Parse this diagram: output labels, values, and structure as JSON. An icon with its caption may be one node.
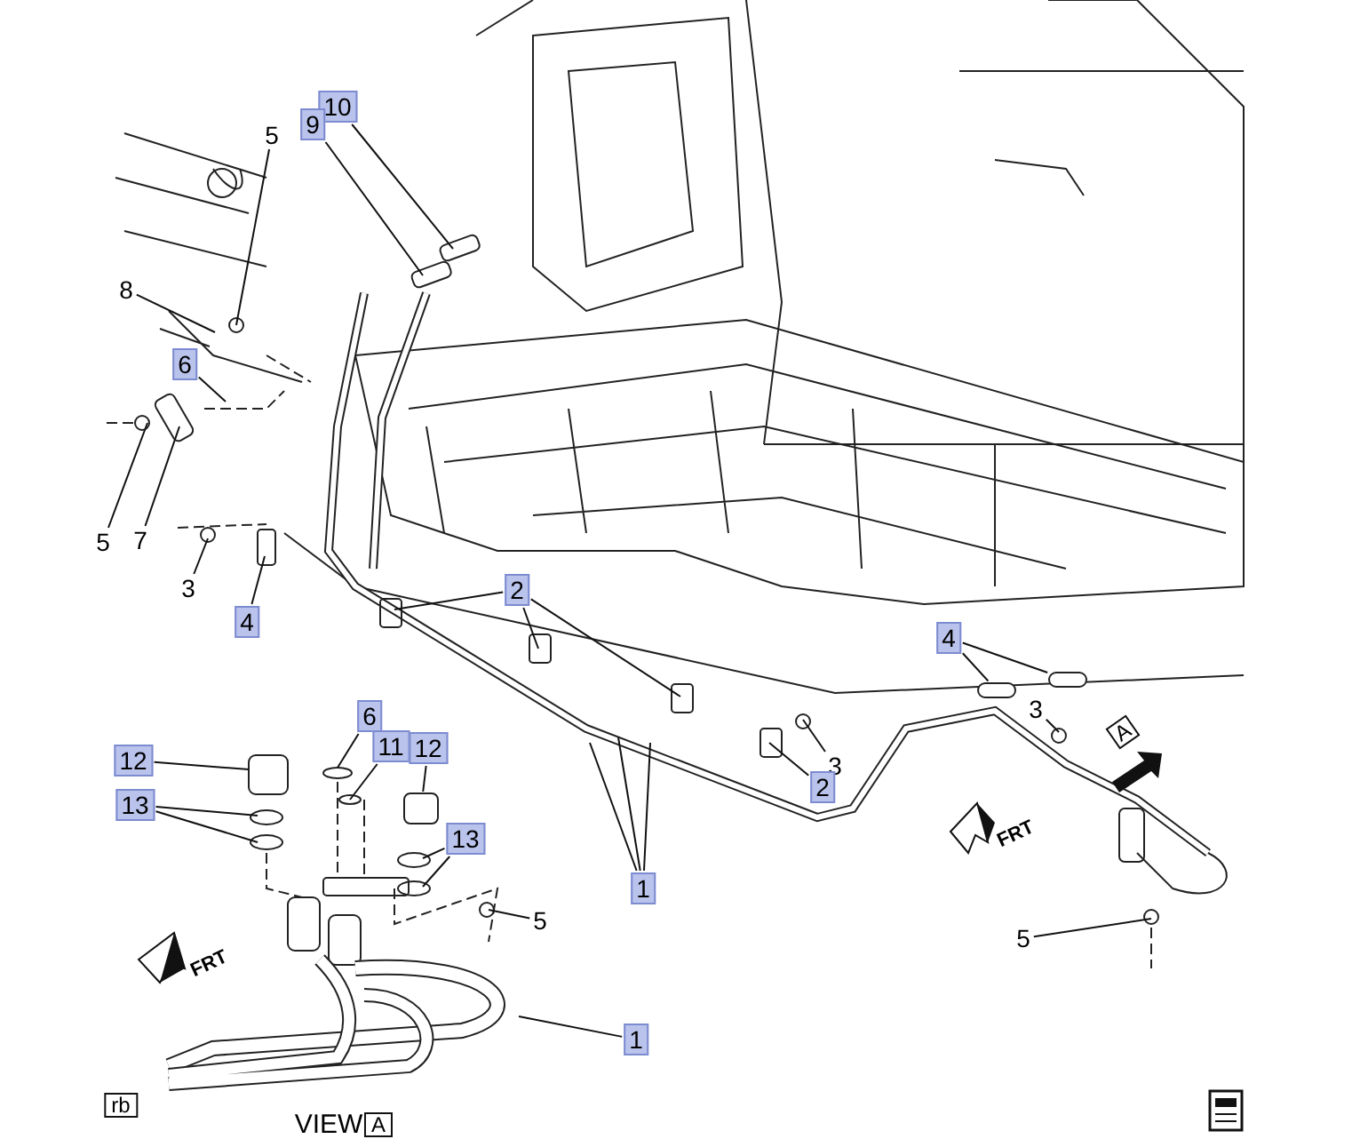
{
  "diagram": {
    "nodes": [
      {
        "text": [
          "5"
        ]
      },
      {
        "text": [
          "10"
        ]
      },
      {
        "text": [
          "9"
        ]
      },
      {
        "text": [
          "8"
        ]
      },
      {
        "text": [
          "6"
        ]
      },
      {
        "text": [
          "5"
        ]
      },
      {
        "text": [
          "7"
        ]
      },
      {
        "text": [
          "3"
        ]
      },
      {
        "text": [
          "4"
        ]
      },
      {
        "text": [
          "2"
        ]
      },
      {
        "text": [
          "4"
        ]
      },
      {
        "text": [
          "3"
        ]
      },
      {
        "text": [
          "3"
        ]
      },
      {
        "text": [
          "2"
        ]
      },
      {
        "text": [
          "1"
        ]
      },
      {
        "text": [
          "12"
        ]
      },
      {
        "text": [
          "6"
        ]
      },
      {
        "text": [
          "11"
        ]
      },
      {
        "text": [
          "12"
        ]
      },
      {
        "text": [
          "13"
        ]
      },
      {
        "text": [
          "13"
        ]
      },
      {
        "text": [
          "5"
        ]
      },
      {
        "text": [
          "1"
        ]
      },
      {
        "text": [
          "5"
        ]
      },
      {
        "text": [],
        "shape": "box"
      },
      {
        "text": [],
        "shape": "box"
      },
      {
        "text": [],
        "shape": "box"
      }
    ],
    "edges": [
      {
        "from": 0,
        "to": null,
        "arrow": "none"
      },
      {
        "from": 1,
        "to": null,
        "arrow": "none"
      },
      {
        "from": 2,
        "to": null,
        "arrow": "none"
      },
      {
        "from": 3,
        "to": null,
        "arrow": "none"
      },
      {
        "from": 4,
        "to": null,
        "arrow": "none"
      },
      {
        "from": 5,
        "to": null,
        "arrow": "none"
      },
      {
        "from": 6,
        "to": null,
        "arrow": "none"
      },
      {
        "from": 7,
        "to": null,
        "arrow": "none"
      },
      {
        "from": 8,
        "to": null,
        "arrow": "none"
      },
      {
        "from": 9,
        "to": null,
        "arrow": "none"
      },
      {
        "from": 9,
        "to": null,
        "arrow": "none"
      },
      {
        "from": 9,
        "to": null,
        "arrow": "none"
      },
      {
        "from": 10,
        "to": 24,
        "arrow": "none"
      },
      {
        "from": 10,
        "to": 25,
        "arrow": "none"
      },
      {
        "from": 11,
        "to": null,
        "arrow": "none"
      },
      {
        "from": 12,
        "to": null,
        "arrow": "none"
      },
      {
        "from": 13,
        "to": null,
        "arrow": "none"
      },
      {
        "from": 14,
        "to": null,
        "arrow": "none"
      },
      {
        "from": 14,
        "to": null,
        "arrow": "none"
      },
      {
        "from": 14,
        "to": null,
        "arrow": "none"
      },
      {
        "from": 15,
        "to": null,
        "arrow": "none"
      },
      {
        "from": 16,
        "to": null,
        "arrow": "none"
      },
      {
        "from": 17,
        "to": null,
        "arrow": "none"
      },
      {
        "from": 18,
        "to": 26,
        "arrow": "none"
      },
      {
        "from": 19,
        "to": null,
        "arrow": "none"
      },
      {
        "from": 19,
        "to": null,
        "arrow": "none"
      },
      {
        "from": 20,
        "to": null,
        "arrow": "none"
      },
      {
        "from": 20,
        "to": null,
        "arrow": "none"
      },
      {
        "from": 21,
        "to": null,
        "arrow": "none"
      },
      {
        "from": 22,
        "to": null,
        "arrow": "none"
      },
      {
        "from": 23,
        "to": null,
        "arrow": "none"
      }
    ],
    "labels": [
      "A",
      "FRT",
      "FRT",
      "rb",
      "VIEW",
      "A"
    ]
  }
}
